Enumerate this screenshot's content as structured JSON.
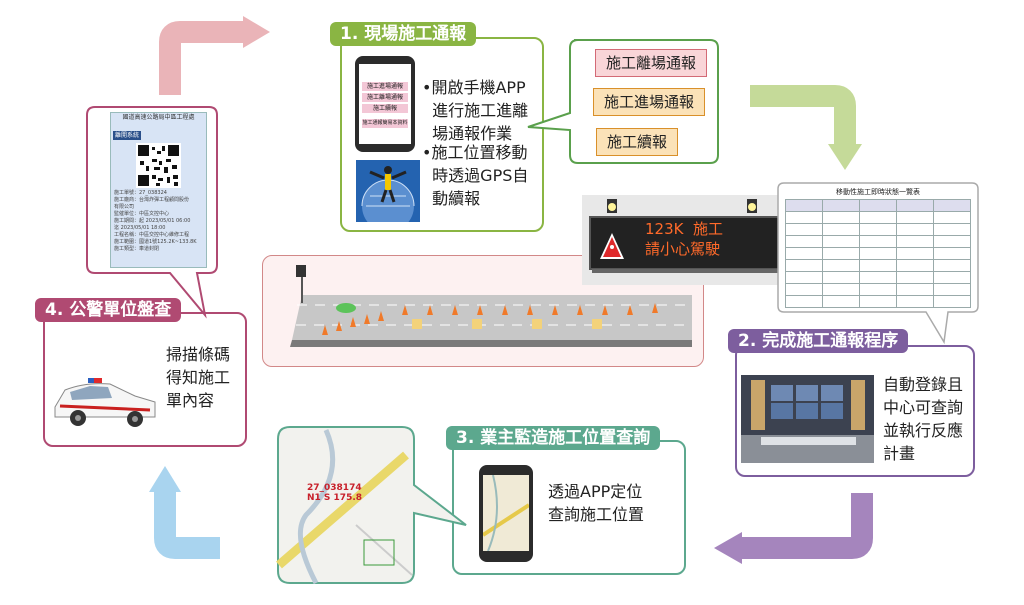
{
  "step1": {
    "title": "1. 現場施工通報",
    "bullet1": "•開啟手機APP\n  進行施工進離\n  場通報作業",
    "bullet2": "•施工位置移動\n  時透過GPS自\n  動續報",
    "phone_buttons": [
      "施工進場通報",
      "施工離場通報",
      "施工續報",
      "施工通報簡易本資料"
    ]
  },
  "options": {
    "leave": "施工離場通報",
    "enter": "施工進場通報",
    "continue": "施工續報"
  },
  "sign": {
    "line1": "123K  施工",
    "line2": "請小心駕駛"
  },
  "step2": {
    "title": "2. 完成施工通報程序",
    "text": "自動登錄且\n中心可查詢\n並執行反應\n計畫",
    "doc_title": "移動性施工即時狀態一覽表"
  },
  "step3": {
    "title": "3. 業主監造施工位置查詢",
    "text": "透過APP定位\n查詢施工位置",
    "map_label1": "27_038174",
    "map_label2": "N1 S 175.8"
  },
  "step4": {
    "title": "4. 公警單位盤查",
    "text": "掃描條碼\n得知施工\n單內容"
  },
  "card": {
    "header": "國道高速公路局中區工程處",
    "label": "離開系統",
    "rows": [
      "施工單號：27_038324",
      "施工廠商：台灣炸彈工程顧問股份",
      "有限公司",
      "監催單位：中區文控中心",
      "施工期間：起  2023/05/01 06:00",
      "迄  2023/05/01 18:00",
      "工程名稱：中區交控中心維修工程",
      "施工範圍：國道1號125.2K~133.8K",
      "施工類型：車道封閉"
    ]
  },
  "colors": {
    "green": "#8ab543",
    "purple": "#7d5e9e",
    "teal": "#5ca88e",
    "magenta": "#b04a72",
    "pink_arrow": "#eab4b8",
    "green_arrow": "#c5da99",
    "purple_arrow": "#a585bd",
    "blue_arrow": "#a9d4ef"
  }
}
